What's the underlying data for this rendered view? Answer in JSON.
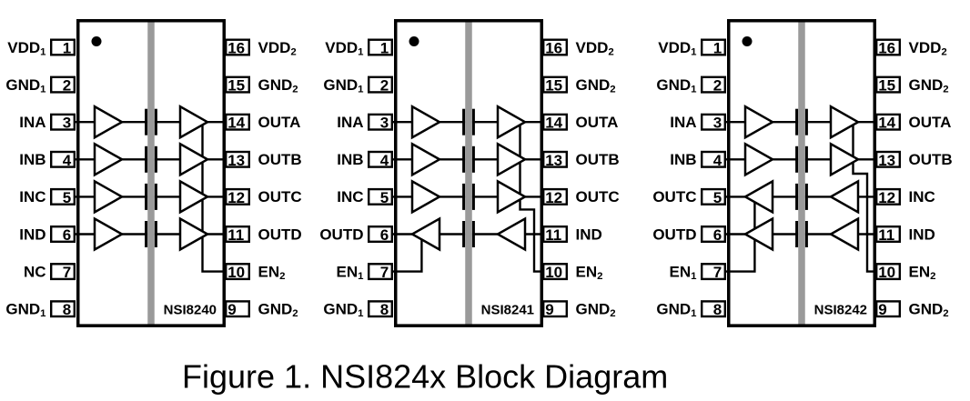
{
  "figure": {
    "caption": "Figure 1. NSI824x Block Diagram"
  },
  "colors": {
    "line": "#000000",
    "isolation_barrier": "#9a9a9a",
    "background": "#ffffff"
  },
  "chips": [
    {
      "name": "NSI8240",
      "left_pins": [
        {
          "number": "1",
          "label": {
            "main": "VDD",
            "sub": "1"
          }
        },
        {
          "number": "2",
          "label": {
            "main": "GND",
            "sub": "1"
          }
        },
        {
          "number": "3",
          "label": {
            "main": "INA",
            "sub": ""
          }
        },
        {
          "number": "4",
          "label": {
            "main": "INB",
            "sub": ""
          }
        },
        {
          "number": "5",
          "label": {
            "main": "INC",
            "sub": ""
          }
        },
        {
          "number": "6",
          "label": {
            "main": "IND",
            "sub": ""
          }
        },
        {
          "number": "7",
          "label": {
            "main": "NC",
            "sub": ""
          }
        },
        {
          "number": "8",
          "label": {
            "main": "GND",
            "sub": "1"
          }
        }
      ],
      "right_pins": [
        {
          "number": "16",
          "label": {
            "main": "VDD",
            "sub": "2"
          }
        },
        {
          "number": "15",
          "label": {
            "main": "GND",
            "sub": "2"
          }
        },
        {
          "number": "14",
          "label": {
            "main": "OUTA",
            "sub": ""
          }
        },
        {
          "number": "13",
          "label": {
            "main": "OUTB",
            "sub": ""
          }
        },
        {
          "number": "12",
          "label": {
            "main": "OUTC",
            "sub": ""
          }
        },
        {
          "number": "11",
          "label": {
            "main": "OUTD",
            "sub": ""
          }
        },
        {
          "number": "10",
          "label": {
            "main": "EN",
            "sub": "2"
          }
        },
        {
          "number": "9",
          "label": {
            "main": "GND",
            "sub": "2"
          }
        }
      ],
      "channels": [
        {
          "name": "A",
          "direction": "left-to-right"
        },
        {
          "name": "B",
          "direction": "left-to-right"
        },
        {
          "name": "C",
          "direction": "left-to-right"
        },
        {
          "name": "D",
          "direction": "left-to-right"
        }
      ]
    },
    {
      "name": "NSI8241",
      "left_pins": [
        {
          "number": "1",
          "label": {
            "main": "VDD",
            "sub": "1"
          }
        },
        {
          "number": "2",
          "label": {
            "main": "GND",
            "sub": "1"
          }
        },
        {
          "number": "3",
          "label": {
            "main": "INA",
            "sub": ""
          }
        },
        {
          "number": "4",
          "label": {
            "main": "INB",
            "sub": ""
          }
        },
        {
          "number": "5",
          "label": {
            "main": "INC",
            "sub": ""
          }
        },
        {
          "number": "6",
          "label": {
            "main": "OUTD",
            "sub": ""
          }
        },
        {
          "number": "7",
          "label": {
            "main": "EN",
            "sub": "1"
          }
        },
        {
          "number": "8",
          "label": {
            "main": "GND",
            "sub": "1"
          }
        }
      ],
      "right_pins": [
        {
          "number": "16",
          "label": {
            "main": "VDD",
            "sub": "2"
          }
        },
        {
          "number": "15",
          "label": {
            "main": "GND",
            "sub": "2"
          }
        },
        {
          "number": "14",
          "label": {
            "main": "OUTA",
            "sub": ""
          }
        },
        {
          "number": "13",
          "label": {
            "main": "OUTB",
            "sub": ""
          }
        },
        {
          "number": "12",
          "label": {
            "main": "OUTC",
            "sub": ""
          }
        },
        {
          "number": "11",
          "label": {
            "main": "IND",
            "sub": ""
          }
        },
        {
          "number": "10",
          "label": {
            "main": "EN",
            "sub": "2"
          }
        },
        {
          "number": "9",
          "label": {
            "main": "GND",
            "sub": "2"
          }
        }
      ],
      "channels": [
        {
          "name": "A",
          "direction": "left-to-right"
        },
        {
          "name": "B",
          "direction": "left-to-right"
        },
        {
          "name": "C",
          "direction": "left-to-right"
        },
        {
          "name": "D",
          "direction": "right-to-left"
        }
      ]
    },
    {
      "name": "NSI8242",
      "left_pins": [
        {
          "number": "1",
          "label": {
            "main": "VDD",
            "sub": "1"
          }
        },
        {
          "number": "2",
          "label": {
            "main": "GND",
            "sub": "1"
          }
        },
        {
          "number": "3",
          "label": {
            "main": "INA",
            "sub": ""
          }
        },
        {
          "number": "4",
          "label": {
            "main": "INB",
            "sub": ""
          }
        },
        {
          "number": "5",
          "label": {
            "main": "OUTC",
            "sub": ""
          }
        },
        {
          "number": "6",
          "label": {
            "main": "OUTD",
            "sub": ""
          }
        },
        {
          "number": "7",
          "label": {
            "main": "EN",
            "sub": "1"
          }
        },
        {
          "number": "8",
          "label": {
            "main": "GND",
            "sub": "1"
          }
        }
      ],
      "right_pins": [
        {
          "number": "16",
          "label": {
            "main": "VDD",
            "sub": "2"
          }
        },
        {
          "number": "15",
          "label": {
            "main": "GND",
            "sub": "2"
          }
        },
        {
          "number": "14",
          "label": {
            "main": "OUTA",
            "sub": ""
          }
        },
        {
          "number": "13",
          "label": {
            "main": "OUTB",
            "sub": ""
          }
        },
        {
          "number": "12",
          "label": {
            "main": "INC",
            "sub": ""
          }
        },
        {
          "number": "11",
          "label": {
            "main": "IND",
            "sub": ""
          }
        },
        {
          "number": "10",
          "label": {
            "main": "EN",
            "sub": "2"
          }
        },
        {
          "number": "9",
          "label": {
            "main": "GND",
            "sub": "2"
          }
        }
      ],
      "channels": [
        {
          "name": "A",
          "direction": "left-to-right"
        },
        {
          "name": "B",
          "direction": "left-to-right"
        },
        {
          "name": "C",
          "direction": "right-to-left"
        },
        {
          "name": "D",
          "direction": "right-to-left"
        }
      ]
    }
  ]
}
